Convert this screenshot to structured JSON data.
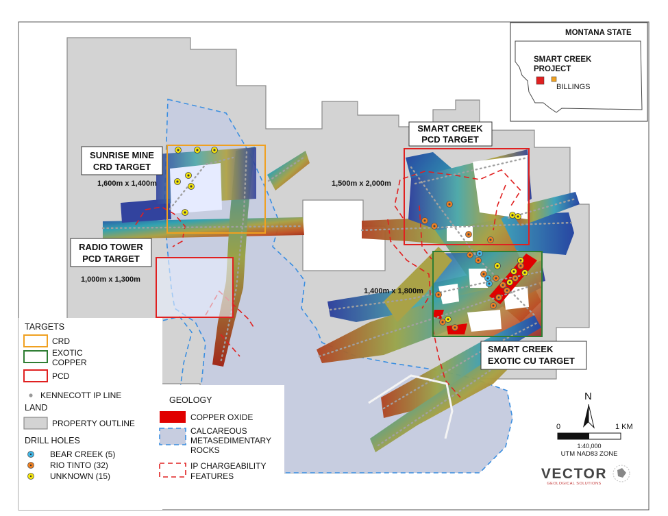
{
  "colors": {
    "crd": "#f0a020",
    "exotic_copper": "#2e7d32",
    "pcd": "#e02020",
    "property": "#d3d3d3",
    "calcareous": "#c7cde0",
    "calcareous_line": "#3a8ee0",
    "copper_oxide": "#e00000",
    "ip_line": "#9a9a9a",
    "bear_creek": "#40b8e8",
    "rio_tinto": "#f08020",
    "unknown": "#f5e60a"
  },
  "targets": {
    "sunrise": {
      "line1": "SUNRISE MINE",
      "line2": "CRD TARGET",
      "size": "1,600m x 1,400m"
    },
    "radio": {
      "line1": "RADIO TOWER",
      "line2": "PCD TARGET",
      "size": "1,000m x 1,300m"
    },
    "smart_pcd": {
      "line1": "SMART CREEK",
      "line2": "PCD TARGET",
      "size": "1,500m x 2,000m"
    },
    "smart_exotic": {
      "line1": "SMART CREEK",
      "line2": "EXOTIC CU TARGET",
      "size": "1,400m x 1,800m"
    }
  },
  "inset": {
    "title": "MONTANA STATE",
    "project_line1": "SMART CREEK",
    "project_line2": "PROJECT",
    "city": "BILLINGS"
  },
  "legend": {
    "targets_heading": "TARGETS",
    "crd": "CRD",
    "exotic1": "EXOTIC",
    "exotic2": "COPPER",
    "pcd": "PCD",
    "ip_line": "KENNECOTT IP LINE",
    "land_heading": "LAND",
    "property": "PROPERTY OUTLINE",
    "drill_heading": "DRILL HOLES",
    "bear": "BEAR CREEK (5)",
    "rio": "RIO TINTO (32)",
    "unknown": "UNKNOWN (15)",
    "geology_heading": "GEOLOGY",
    "copper_oxide": "COPPER OXIDE",
    "calc1": "CALCAREOUS",
    "calc2": "METASEDIMENTARY",
    "calc3": "ROCKS",
    "ip1": "IP CHARGEABILITY",
    "ip2": "FEATURES"
  },
  "scale": {
    "north": "N",
    "zero": "0",
    "one_km": "1 KM",
    "ratio": "1:40,000",
    "datum": "UTM NAD83 ZONE"
  },
  "logo": {
    "name": "VECTOR",
    "sub": "GEOLOGICAL SOLUTIONS"
  }
}
